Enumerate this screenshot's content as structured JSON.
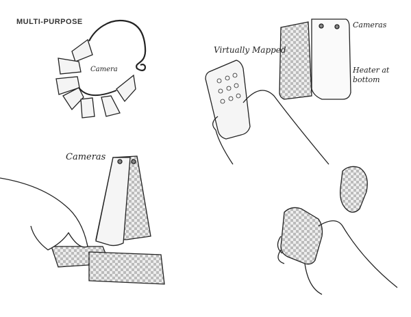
{
  "title": "MULTI-PURPOSE",
  "labels": {
    "necklace_camera": "Camera",
    "virtually_mapped": "Virtually Mapped",
    "fold_cameras": "Cameras",
    "heater": "Heater at bottom",
    "stand_cameras": "Cameras"
  },
  "colors": {
    "ink": "#222222",
    "shade": "#cccccc",
    "checker": "#bdbdbd"
  }
}
